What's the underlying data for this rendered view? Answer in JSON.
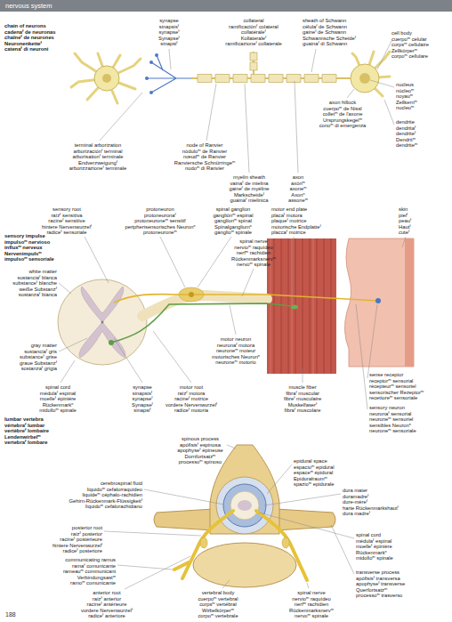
{
  "diagram": {
    "title": "nervous system",
    "labels": [
      "chain of neurons",
      "cadenaᶠ de neuronas",
      "chaîneᶠ de neurones",
      "Neuronenketteᶠ",
      "catenaᶠ di neuroni",
      "synapse",
      "sinapsisᶠ",
      "synapseᶠ",
      "Synapseᶠ",
      "sinapsiᶠ",
      "collateral",
      "ramificaciónᶠ colateral",
      "collatéraleᶠ",
      "Kollateraleᶠ",
      "ramificazioneᶠ collaterale",
      "sheath of Schwann",
      "célulaᶠ de Schwann",
      "gaineᶠ de Schwann",
      "Schwannsche Scheideᶠ",
      "guainaᶠ di Schwann",
      "cell body",
      "cuerpoᵐ celular",
      "corpsᵐ cellulaire",
      "Zellkörperᵐ",
      "corpoᵐ cellulare",
      "nucleus",
      "núcleoᵐ",
      "noyauᵐ",
      "Zellkernᵐ",
      "nucleoᵐ",
      "dendrite",
      "dendritaᶠ",
      "dendriteᶠ",
      "Dendritᵐ",
      "dendriteᵐ",
      "axon hillock",
      "cuerpoᵐ de Nissl",
      "colletᵐ de l'axone",
      "Ursprungskegelᵐ",
      "conoᵐ di emergenza",
      "terminal arborization",
      "arborizaciónᶠ terminal",
      "arborisationᶠ terminale",
      "Endverzweigungᶠ",
      "arborizzazioneᶠ terminale",
      "node of Ranvier",
      "nóduloᵐ de Ranvier",
      "nœudᵐ de Ranvier",
      "Ranviersche Schnürringeᵐ",
      "nodoᵐ di Ranvier",
      "myelin sheath",
      "vainaᶠ de mielina",
      "gaineᶠ de myéline",
      "Markscheideᶠ",
      "guainaᶠ mielinica",
      "axon",
      "axónᵐ",
      "axoneᵐ",
      "Axonⁿ",
      "assoneᵐ",
      "sensory impulse",
      "impulsoᵐ nervioso",
      "influxᵐ nerveux",
      "Nervenimpulsᵐ",
      "impulsoᵐ sensoriale",
      "sensory root",
      "raízᶠ sensitiva",
      "racineᶠ sensitive",
      "hintere Nervenwurzelᶠ",
      "radiceᶠ sensoriale",
      "protoneuron",
      "protoneuronaᶠ",
      "protoneuroneᵐ sensitif",
      "peripherisensorisches Neuronⁿ",
      "protoneuroneᵐ",
      "spinal ganglion",
      "gangliónᵐ espinal",
      "ganglionᵐ spinal",
      "Spinalgangliumⁿ",
      "ganglioᵐ spinale",
      "spinal nerve",
      "nervioᵐ raquídeo",
      "nerfᵐ rachidien",
      "Rückenmarksnervᵐ",
      "nervoᵐ spinale",
      "motor end plate",
      "placaᶠ motora",
      "plaqueᶠ motrice",
      "motorische Endplatteᶠ",
      "placcaᶠ motrice",
      "skin",
      "pielᶠ",
      "peauᶠ",
      "Hautᶠ",
      "cuteᶠ",
      "white matter",
      "sustanciaᶠ blanca",
      "substanceᶠ blanche",
      "weiße Substanzᶠ",
      "sostanzaᶠ bianca",
      "gray matter",
      "sustanciaᶠ gris",
      "substanceᶠ grise",
      "graue Substanzᶠ",
      "sostanzaᶠ grigia",
      "spinal cord",
      "médulaᶠ espinal",
      "moelleᶠ épinière",
      "Rückenmarkⁿ",
      "midolloᵐ spinale",
      "synapse",
      "sinapsisᶠ",
      "synapseᶠ",
      "Synapseᶠ",
      "sinapsiᶠ",
      "motor root",
      "raízᶠ motora",
      "racineᶠ motrice",
      "vordere Nervenwurzelᶠ",
      "radiceᶠ motoria",
      "motor neuron",
      "neuronaᶠ motora",
      "neuroneᵐ moteur",
      "motorisches Neuronⁿ",
      "neuroneᵐ motorio",
      "muscle fiber",
      "fibraᶠ muscular",
      "fibreᶠ musculaire",
      "Muskelfaserᶠ",
      "fibraᶠ muscolare",
      "sense receptor",
      "receptorᵐ sensorial",
      "récepteurᵐ sensoriel",
      "sensorischer Rezeptorᵐ",
      "recettoreᵐ sensoriale",
      "sensory neuron",
      "neuronaᶠ sensorial",
      "neuroneᵐ sensoriel",
      "sensibles Neuronⁿ",
      "neuroneᵐ sensoriale",
      "lumbar vertebra",
      "vértebraᶠ lumbar",
      "vertèbreᶠ lombaire",
      "Lendenwirbelᵐ",
      "vertebraᶠ lombare",
      "spinous process",
      "apófisisᶠ espinosa",
      "apophyseᶠ épineuse",
      "Dornfortsatzᵐ",
      "processoᵐ spinoso",
      "epidural space",
      "espacioᵐ epidural",
      "espaceᵐ épidural",
      "Epiduralraumᵐ",
      "spazioᵐ epidurale",
      "dura mater",
      "duramadreᶠ",
      "dure-mèreᶠ",
      "harte Rückenmarkshautᶠ",
      "dura madreᶠ",
      "cerebrospinal fluid",
      "líquidoᵐ cefalorraquídeo",
      "liquideᵐ céphalo-rachidien",
      "Gehirn-Rückenmark-Flüssigkeitᶠ",
      "liquidoᵐ cefalorachidiano",
      "spinal cord",
      "médulaᶠ espinal",
      "moelleᶠ épinière",
      "Rückenmarkⁿ",
      "midolloᵐ spinale",
      "posterior root",
      "raízᶠ posterior",
      "racineᶠ postérieure",
      "hintere Nervenwurzelᶠ",
      "radiceᶠ posteriore",
      "transverse process",
      "apófisisᶠ transversa",
      "apophyseᶠ transverse",
      "Querfortsatzᵐ",
      "processoᵐ trasverso",
      "communicating ramus",
      "ramaᶠ comunicante",
      "rameauᵐ communicant",
      "Verbindungsastᵐ",
      "ramoᵐ comunicante",
      "anterior root",
      "raízᶠ anterior",
      "racineᶠ antérieure",
      "vordere Nervenwurzelᶠ",
      "radiceᶠ anteriore",
      "vertebral body",
      "cuerpoᵐ vertebral",
      "corpsᵐ vertébral",
      "Wirbelkörperᵐ",
      "corpoᵐ vertebrale",
      "spinal nerve",
      "nervioᵐ raquídeo",
      "nerfᵐ rachidien",
      "Rückenmarksnervᵐ",
      "nervoᵐ spinale",
      "188"
    ]
  }
}
